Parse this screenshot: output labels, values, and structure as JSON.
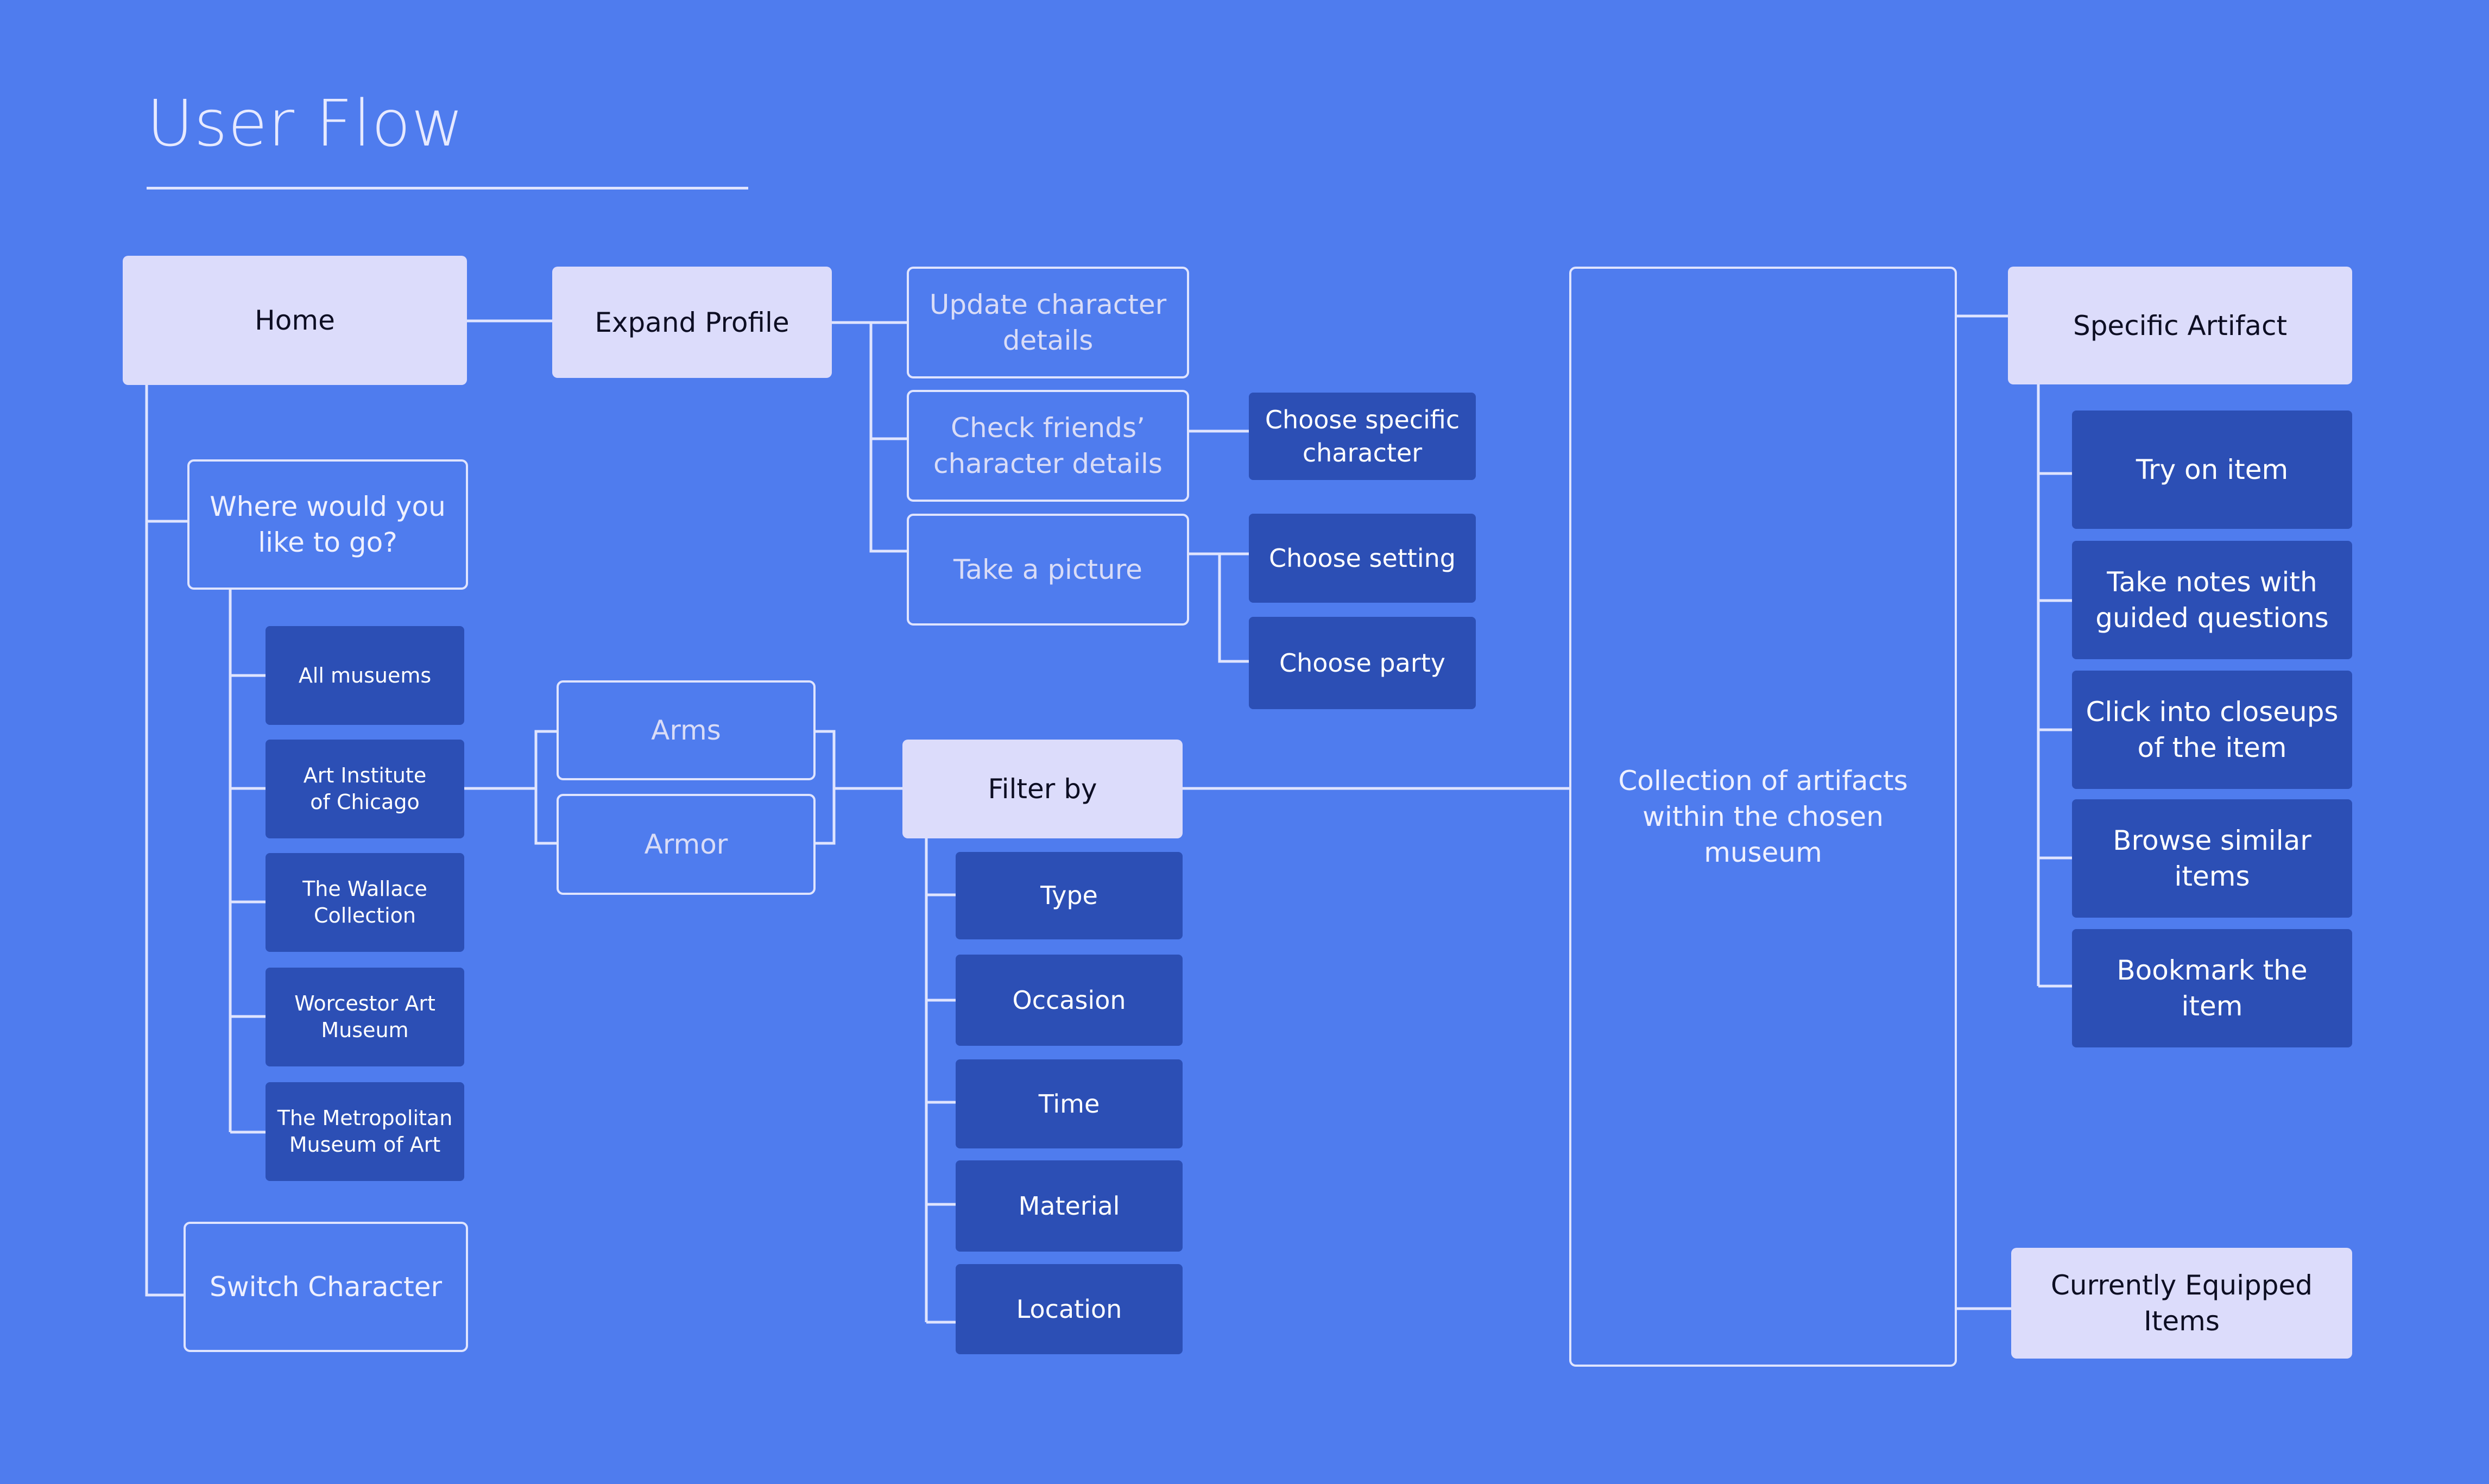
{
  "title": "User Flow",
  "nodes": {
    "home": "Home",
    "expand_profile": "Expand Profile",
    "update_character_details": "Update character\ndetails",
    "check_friends_details": "Check friends’\ncharacter details",
    "take_a_picture": "Take a picture",
    "choose_specific_character": "Choose specific\ncharacter",
    "choose_setting": "Choose setting",
    "choose_party": "Choose party",
    "where_would_you_like_to_go": "Where would you\nlike to go?",
    "museums": [
      "All musuems",
      "Art Institute\nof Chicago",
      "The Wallace\nCollection",
      "Worcestor Art\nMuseum",
      "The Metropolitan\nMuseum of Art"
    ],
    "switch_character": "Switch Character",
    "arms": "Arms",
    "armor": "Armor",
    "filter_by": "Filter by",
    "filters": [
      "Type",
      "Occasion",
      "Time",
      "Material",
      "Location"
    ],
    "collection": "Collection of artifacts\nwithin the chosen museum",
    "specific_artifact": "Specific Artifact",
    "artifact_actions": [
      "Try on item",
      "Take notes with\nguided questions",
      "Click into closeups\nof the item",
      "Browse similar\nitems",
      "Bookmark the item"
    ],
    "currently_equipped_items": "Currently Equipped Items"
  },
  "colors": {
    "background": "#4f7cee",
    "light_node": "#dcdcfb",
    "dark_node": "#2c4fb5",
    "line": "#dfe4ff"
  }
}
